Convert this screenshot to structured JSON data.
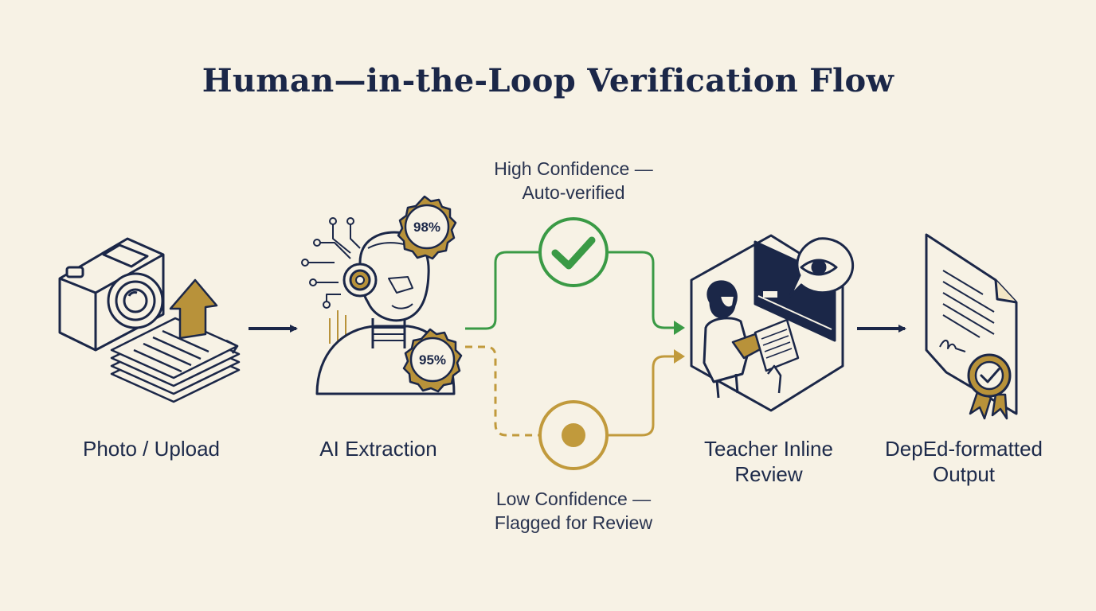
{
  "title": "Human—in-the-Loop Verification Flow",
  "steps": [
    {
      "label": "Photo / Upload"
    },
    {
      "label": "AI Extraction"
    },
    {
      "label_line1": "Teacher Inline",
      "label_line2": "Review"
    },
    {
      "label_line1": "DepEd-formatted",
      "label_line2": "Output"
    }
  ],
  "badges": [
    "98%",
    "95%"
  ],
  "branches": {
    "high": {
      "line1": "High Confidence —",
      "line2": "Auto-verified",
      "color": "#3a9a45"
    },
    "low": {
      "line1": "Low Confidence —",
      "line2": "Flagged for Review",
      "color": "#c19a3c"
    }
  },
  "colors": {
    "navy": "#1b2748",
    "gold": "#b8923a",
    "background": "#f7f2e5"
  },
  "icons": [
    "camera-icon",
    "upload-arrow-icon",
    "document-stack-icon",
    "robot-head-icon",
    "check-icon",
    "dot-icon",
    "teacher-icon",
    "eye-icon",
    "certificate-icon",
    "seal-icon"
  ]
}
